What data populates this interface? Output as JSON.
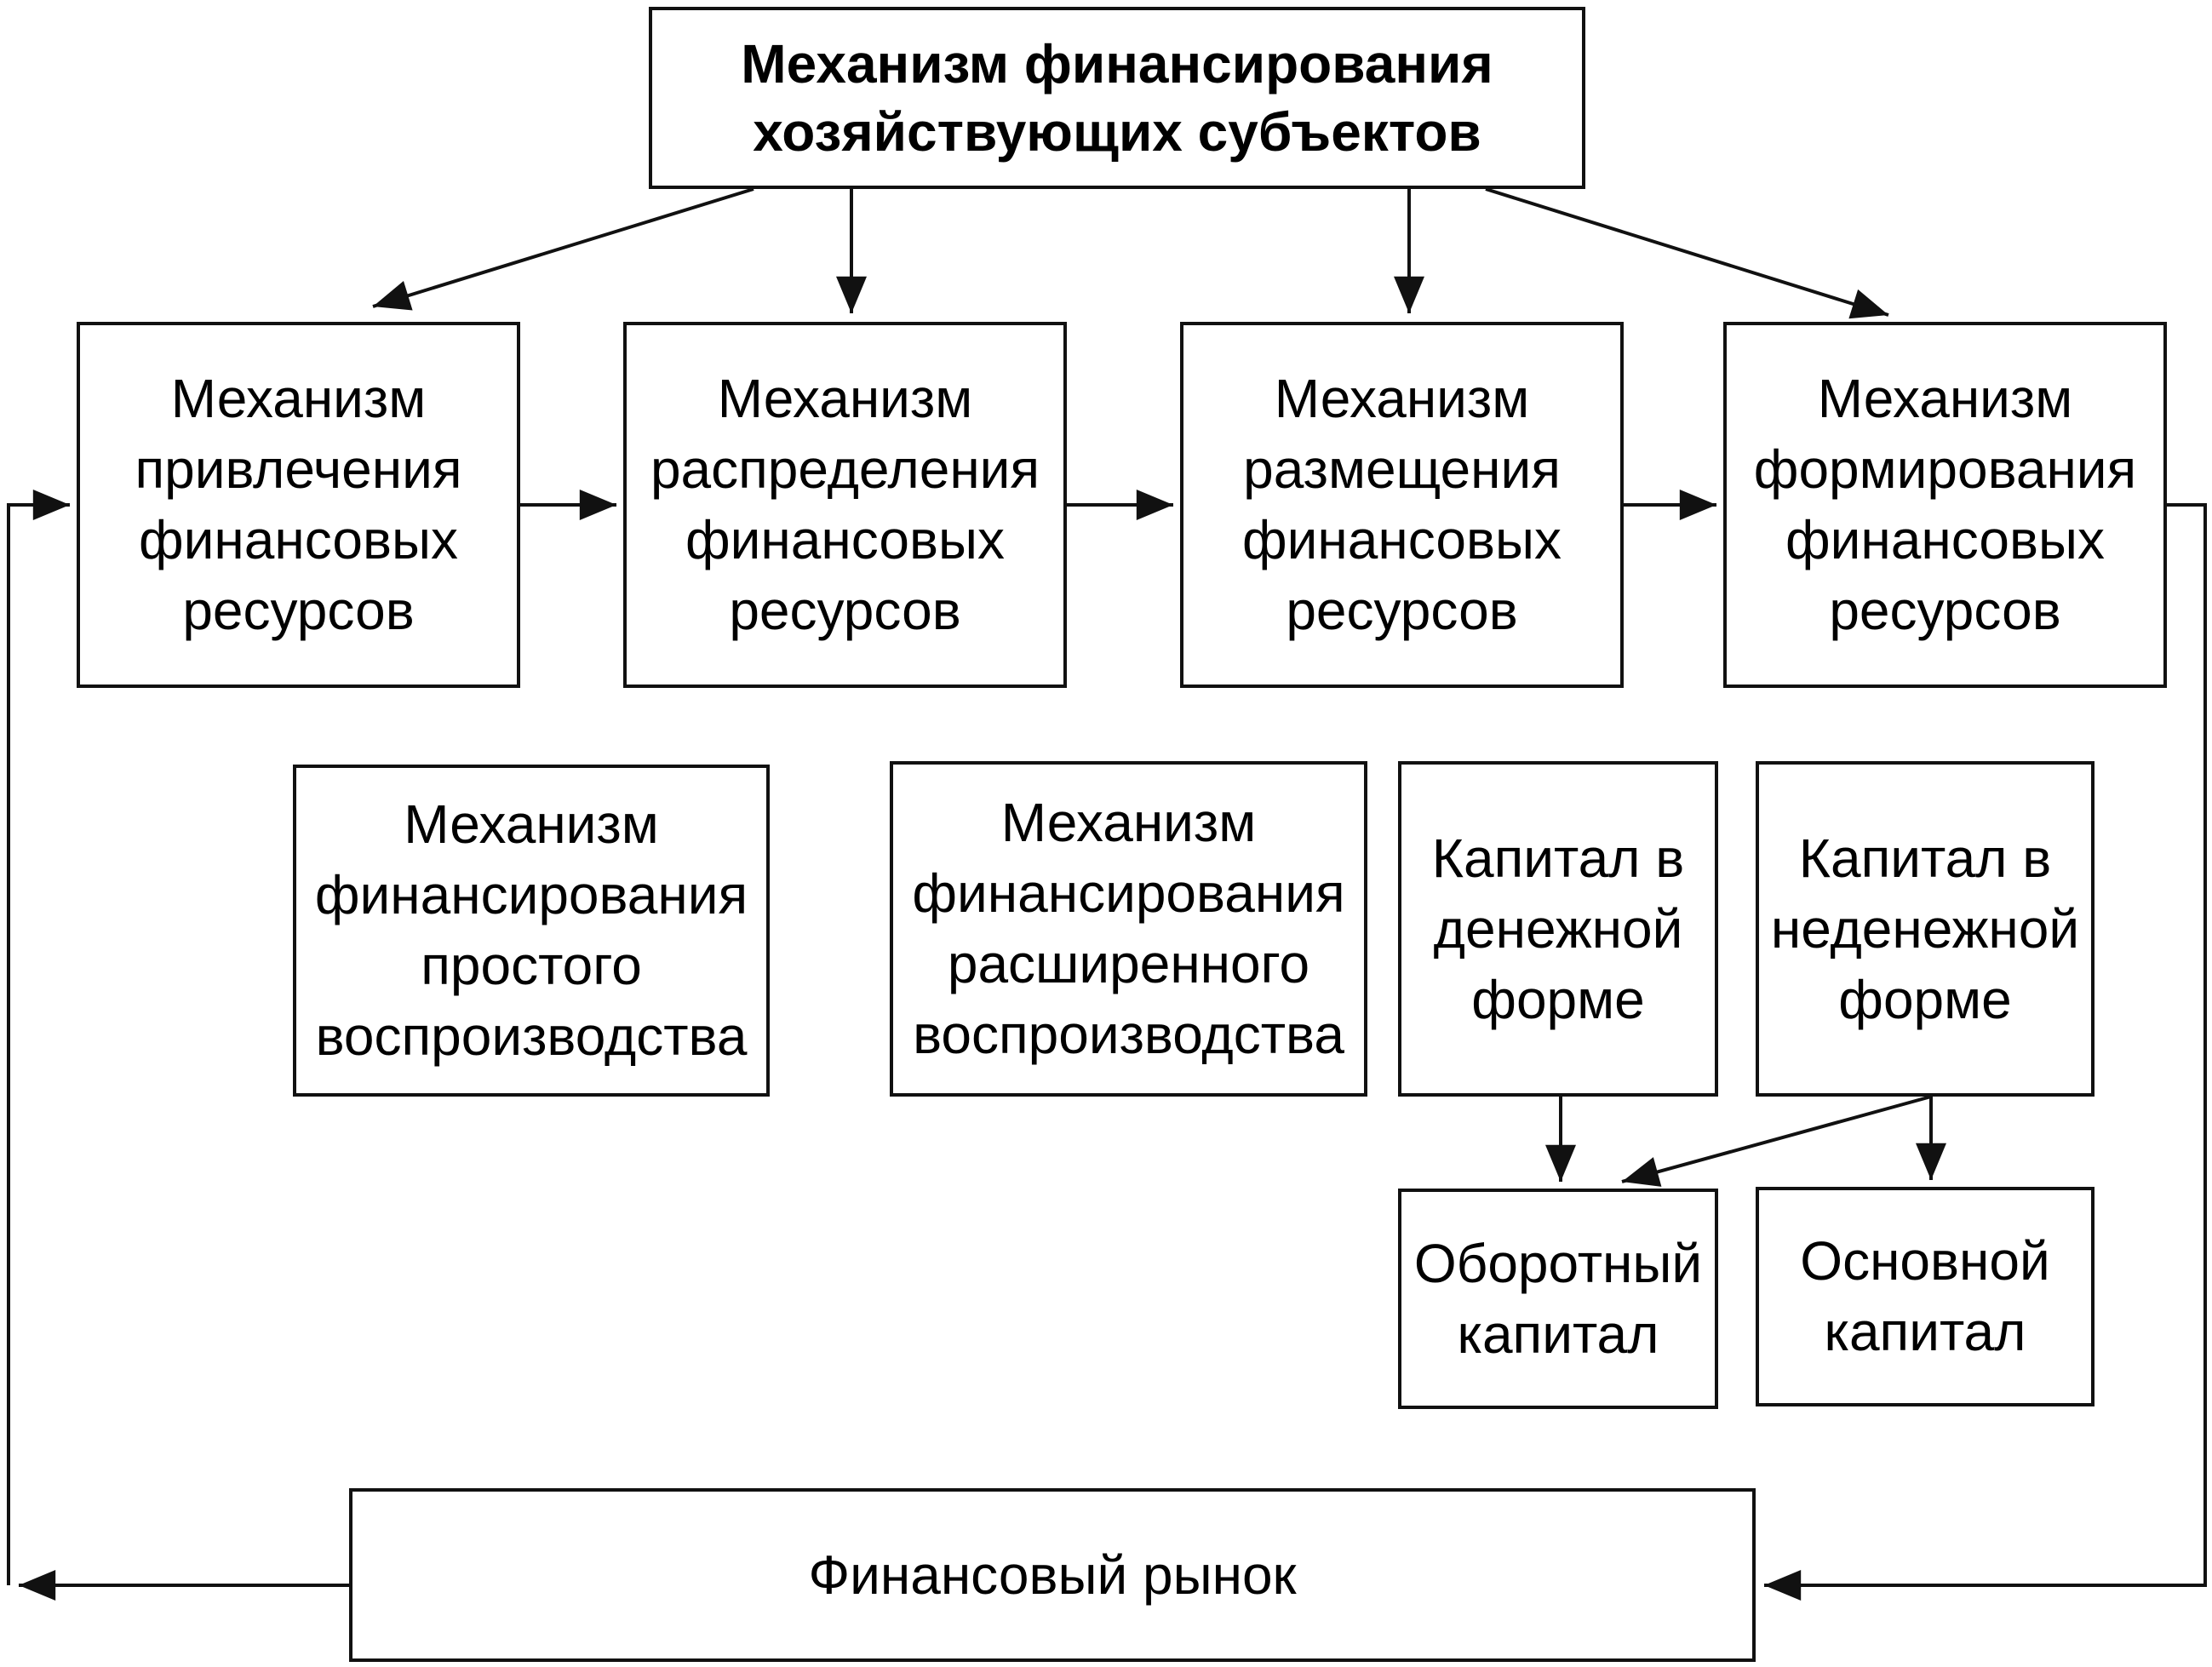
{
  "colors": {
    "line": "#111111",
    "text": "#000000",
    "background": "#ffffff"
  },
  "nodes": {
    "main": "Механизм финансирования\nхозяйствующих субъектов",
    "attraction": "Механизм\nпривлечения\nфинансовых\nресурсов",
    "distribution": "Механизм\nраспределения\nфинансовых\nресурсов",
    "placement": "Механизм\nразмещения\nфинансовых\nресурсов",
    "formation": "Механизм\nформирования\nфинансовых\nресурсов",
    "simple_reproduction": "Механизм\nфинансирования\nпростого\nвоспроизводства",
    "extended_reproduction": "Механизм\nфинансирования\nрасширенного\nвоспроизводства",
    "monetary_capital": "Капитал в\nденежной\nформе",
    "nonmonetary_capital": "Капитал в\nнеденежной\nформе",
    "working_capital": "Оборотный\nкапитал",
    "fixed_capital": "Основной\nкапитал",
    "financial_market": "Финансовый рынок"
  }
}
